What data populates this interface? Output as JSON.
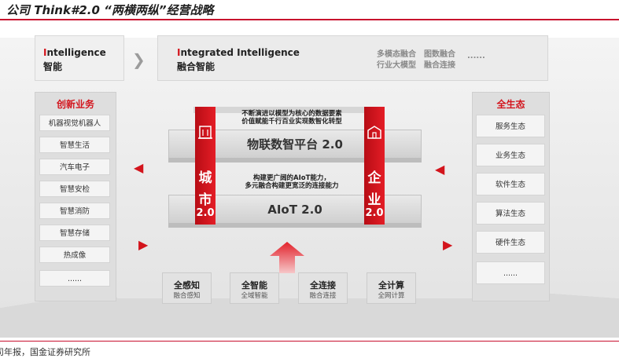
{
  "header": {
    "title": "公司 Think#2.0 “两横两纵”经营战略"
  },
  "footer": {
    "source": "司年报，国金证券研究所"
  },
  "intelligence": {
    "initial": "I",
    "rest": "ntelligence",
    "cn": "智能"
  },
  "integrated": {
    "initial": "I",
    "rest": "ntegrated Intelligence",
    "cn": "融合智能",
    "tags": [
      "多模态融合",
      "图数融合",
      "行业大模型",
      "融合连接",
      "......"
    ]
  },
  "left_panel": {
    "title": "创新业务",
    "items": [
      "机器视觉机器人",
      "智慧生活",
      "汽车电子",
      "智慧安检",
      "智慧消防",
      "智慧存储",
      "热成像",
      "......"
    ]
  },
  "right_panel": {
    "title": "全生态",
    "items": [
      "服务生态",
      "业务生态",
      "软件生态",
      "算法生态",
      "硬件生态",
      "......"
    ]
  },
  "platforms": {
    "iot_desc_1": "不断演进以模型为核心的数据要素",
    "iot_desc_2": "价值赋能千行百业实现数智化转型",
    "iot_label": "物联数智平台 2.0",
    "aiot_desc_1": "构建更广阔的AIoT能力，",
    "aiot_desc_2": "多元融合构建更宽泛的连接能力",
    "aiot_label": "AIoT 2.0"
  },
  "pillars": {
    "left": {
      "c1": "城",
      "c2": "市",
      "version": "2.0",
      "icon": "building-icon"
    },
    "right": {
      "c1": "企",
      "c2": "业",
      "version": "2.0",
      "icon": "enterprise-icon"
    }
  },
  "foundation": [
    {
      "title": "全感知",
      "sub": "融合感知"
    },
    {
      "title": "全智能",
      "sub": "全域智能"
    },
    {
      "title": "全连接",
      "sub": "融合连接"
    },
    {
      "title": "全计算",
      "sub": "全网计算"
    }
  ],
  "colors": {
    "accent": "#d3141c",
    "panel": "#dedede",
    "slab": "#d6d6d6"
  }
}
